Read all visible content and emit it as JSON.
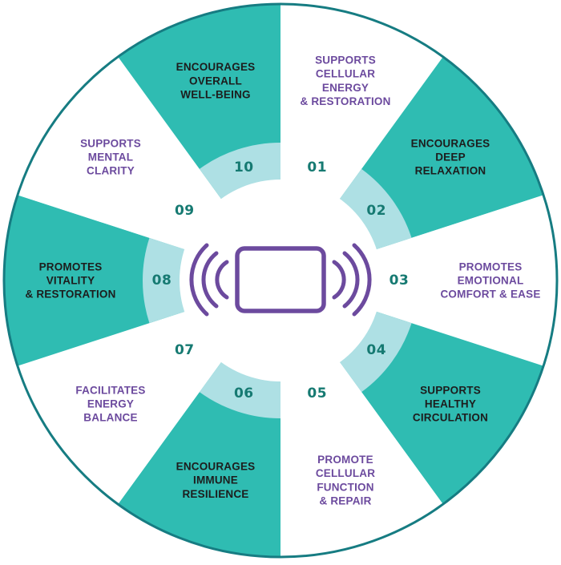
{
  "colors": {
    "teal": "#2fbcb2",
    "light_teal": "#aee0e4",
    "purple": "#6c4a9e",
    "dark_text": "#1d1d1d",
    "number_teal": "#167a72",
    "ring": "#167c82",
    "white": "#ffffff"
  },
  "center_icon": "vibrating-device-icon",
  "segments": [
    {
      "number": "01",
      "label": [
        "SUPPORTS",
        "CELLULAR",
        "ENERGY",
        "& RESTORATION"
      ],
      "fill": "white"
    },
    {
      "number": "02",
      "label": [
        "ENCOURAGES",
        "DEEP",
        "RELAXATION"
      ],
      "fill": "teal"
    },
    {
      "number": "03",
      "label": [
        "PROMOTES",
        "EMOTIONAL",
        "COMFORT & EASE"
      ],
      "fill": "white"
    },
    {
      "number": "04",
      "label": [
        "SUPPORTS",
        "HEALTHY",
        "CIRCULATION"
      ],
      "fill": "teal"
    },
    {
      "number": "05",
      "label": [
        "PROMOTE",
        "CELLULAR",
        "FUNCTION",
        "& REPAIR"
      ],
      "fill": "white"
    },
    {
      "number": "06",
      "label": [
        "ENCOURAGES",
        "IMMUNE",
        "RESILIENCE"
      ],
      "fill": "teal"
    },
    {
      "number": "07",
      "label": [
        "FACILITATES",
        "ENERGY",
        "BALANCE"
      ],
      "fill": "white"
    },
    {
      "number": "08",
      "label": [
        "PROMOTES",
        "VITALITY",
        "& RESTORATION"
      ],
      "fill": "teal"
    },
    {
      "number": "09",
      "label": [
        "SUPPORTS",
        "MENTAL",
        "CLARITY"
      ],
      "fill": "white"
    },
    {
      "number": "10",
      "label": [
        "ENCOURAGES",
        "OVERALL",
        "WELL-BEING"
      ],
      "fill": "teal"
    }
  ]
}
